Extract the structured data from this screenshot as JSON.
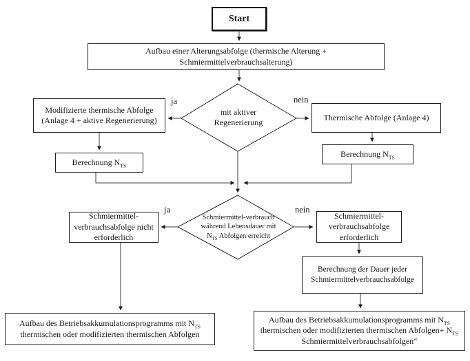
{
  "diagram": {
    "edge_labels": {
      "d1_yes": "ja",
      "d1_no": "nein",
      "d2_yes": "ja",
      "d2_no": "nein"
    },
    "nodes": {
      "start": {
        "label": "Start"
      },
      "build_sequence": {
        "label": "Aufbau einer Alterungsabfolge (thermische Alterung + Schmiermittelverbrauchsalterung)"
      },
      "decision_regeneration": {
        "label": "mit aktiver Regenerierung"
      },
      "modified_thermal": {
        "label": "Modifizierte thermische Abfolge (Anlage 4 + aktive Regenerierung)"
      },
      "thermal": {
        "label": "Thermische Abfolge (Anlage 4)"
      },
      "calc_nts_left": {
        "text": "Berechnung N",
        "sub": "TS"
      },
      "calc_nts_right": {
        "text": "Berechnung N",
        "sub": "TS"
      },
      "decision_lubricant": {
        "t1": "Schmiermittel-verbrauch während Lebensdauer mit N",
        "s1": "TS",
        "t2": " Abfolgen erreicht"
      },
      "lubricant_not_required": {
        "label": "Schmiermittel-verbrauchsabfolge nicht erforderlich"
      },
      "lubricant_required": {
        "label": "Schmiermittel-verbrauchsabfolge erforderlich"
      },
      "calc_duration": {
        "label": "Berechnung der Dauer jeder Schmiermittelverbrauchsabfolge"
      },
      "final_left": {
        "t1": "Aufbau des Betriebsakkumulationsprogramms mit N",
        "s1": "TS",
        "t2": " thermischen oder modifizierten thermischen Abfolgen"
      },
      "final_right": {
        "t1": "Aufbau des Betriebsakkumulationsprogramms mit N",
        "s1": "TS",
        "t2": " thermischen oder modifizierten thermischen Abfolgen+ N",
        "s2": "TS",
        "t3": " Schmiermittelverbrauchsabfolgen“"
      }
    }
  }
}
